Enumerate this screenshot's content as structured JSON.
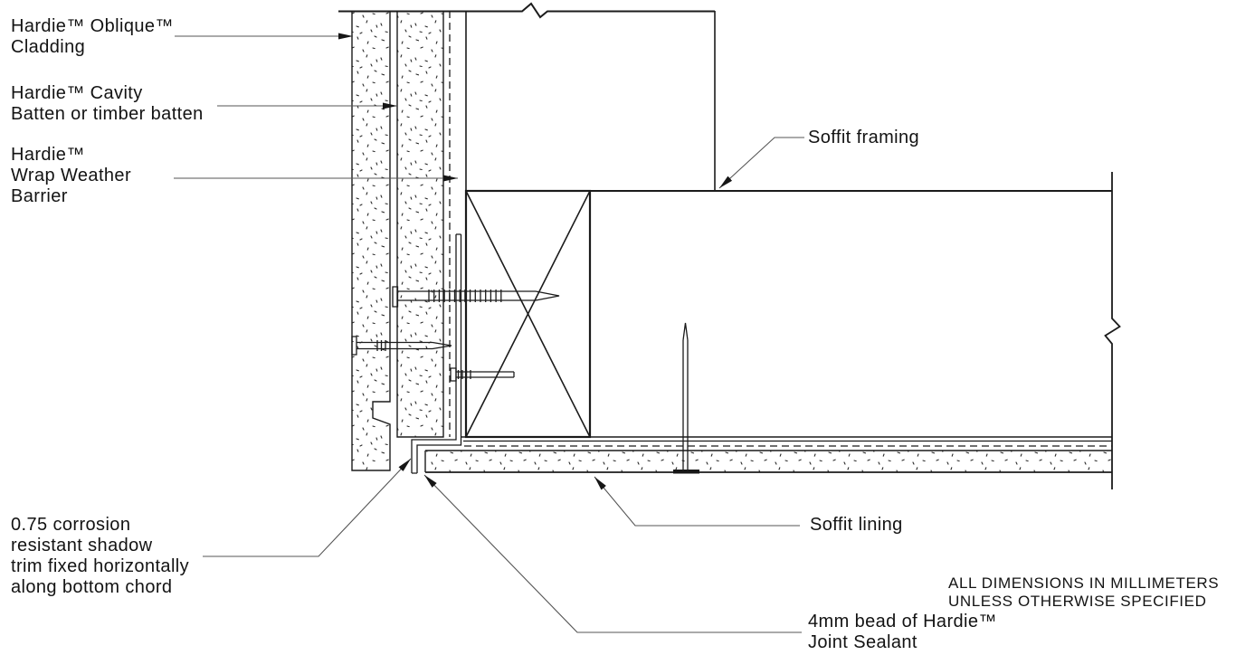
{
  "diagram": {
    "labels": {
      "cladding": "Hardie™ Oblique™\nCladding",
      "cavity_batten": "Hardie™ Cavity\nBatten or timber batten",
      "weather_barrier": "Hardie™\nWrap Weather\nBarrier",
      "soffit_framing": "Soffit framing",
      "shadow_trim": "0.75 corrosion\nresistant shadow\ntrim fixed horizontally\nalong bottom chord",
      "soffit_lining": "Soffit lining",
      "joint_sealant": "4mm bead of Hardie™\nJoint Sealant"
    },
    "note": "ALL DIMENSIONS IN MILLIMETERS\nUNLESS OTHERWISE SPECIFIED",
    "colors": {
      "background": "#ffffff",
      "drawing_line": "#1b1b1b",
      "leader_line": "#565656",
      "text": "#131313"
    }
  }
}
